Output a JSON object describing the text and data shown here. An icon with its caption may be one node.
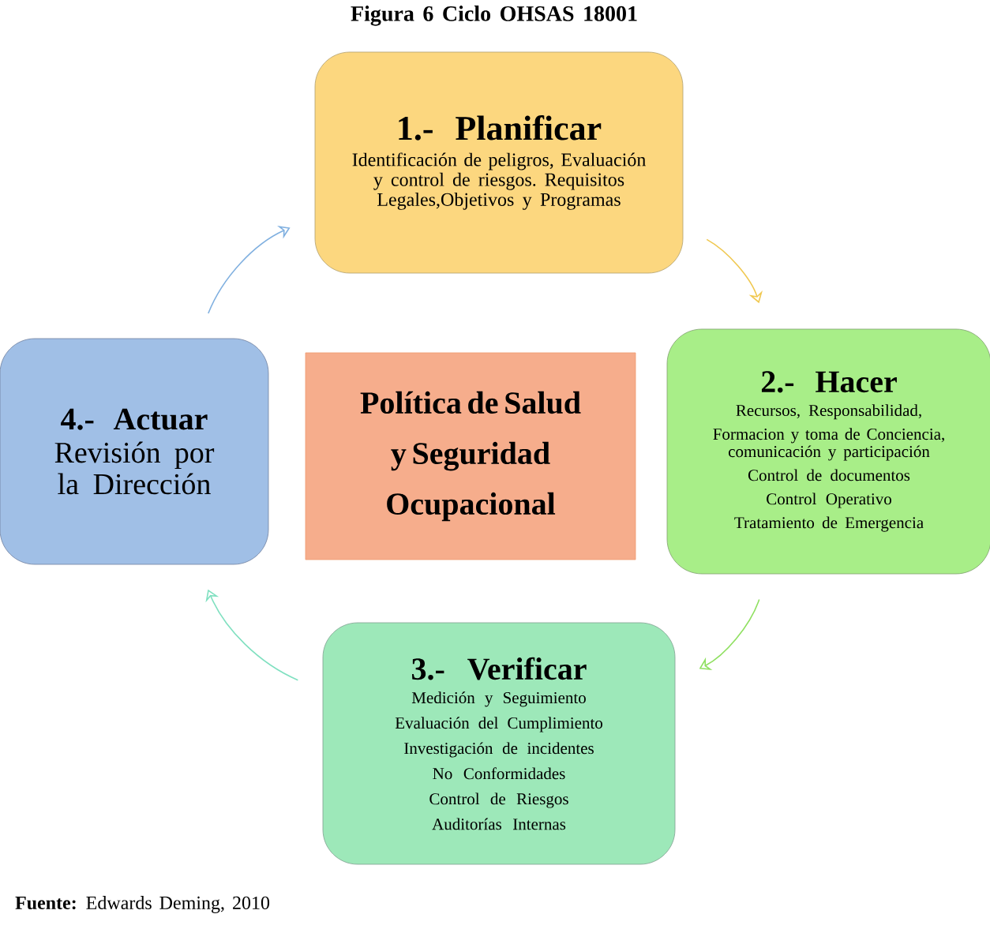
{
  "diagram": {
    "title": "Figura 6 Ciclo OHSAS 18001",
    "caption": "**Fuente:** Edwards Deming, 2010",
    "nodes": [
      {
        "text": [
          "1.- Planificar",
          "Identificación de peligros, Evaluación y control de riesgos. Requisitos Legales,Objetivos y Programas"
        ]
      },
      {
        "text": [
          "2.- Hacer",
          "Recursos, Responsabilidad,",
          "Formacion y toma de Conciencia, comunicación y participación",
          "Control de documentos",
          "Control Operativo",
          "Tratamiento de Emergencia"
        ]
      },
      {
        "text": [
          "3.- Verificar",
          "Medición y Seguimiento",
          "Evaluación del Cumplimiento",
          "Investigación de incidentes",
          "No Conformidades",
          "Control de Riesgos",
          "Auditorías Internas"
        ]
      },
      {
        "text": [
          "4.- Actuar",
          "Revisión por la Dirección"
        ]
      },
      {
        "text": [
          "Política de Salud y Seguridad Ocupacional"
        ]
      }
    ],
    "edges": [
      {
        "from": 0,
        "to": 1,
        "arrow": "to",
        "color": "#f0c850"
      },
      {
        "from": 1,
        "to": 2,
        "arrow": "to",
        "color": "#8fe060"
      },
      {
        "from": 2,
        "to": 3,
        "arrow": "to",
        "color": "#7fe0c0"
      },
      {
        "from": 3,
        "to": 0,
        "arrow": "to",
        "color": "#80b0e0"
      }
    ]
  }
}
